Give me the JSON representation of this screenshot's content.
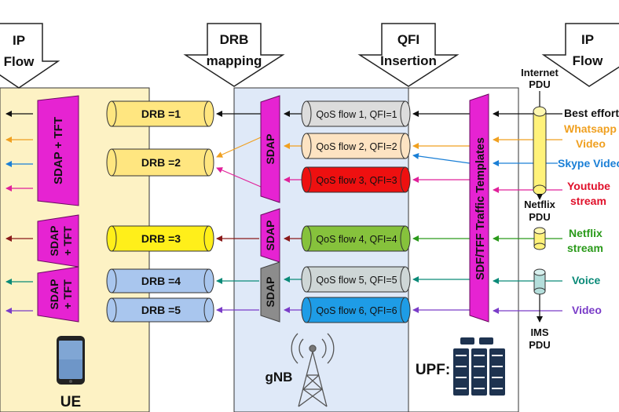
{
  "headers": {
    "ip_flow_left": [
      "IP",
      "Flow"
    ],
    "drb_mapping": [
      "DRB",
      "mapping"
    ],
    "qfi_insertion": [
      "QFI",
      "Insertion"
    ],
    "ip_flow_right": [
      "IP",
      "Flow"
    ]
  },
  "ue": {
    "label": "UE",
    "sdap_tft_blocks": [
      "SDAP + TFT",
      "SDAP + TFT",
      "SDAP + TFT"
    ],
    "drbs": [
      "DRB =1",
      "DRB =2",
      "DRB =3",
      "DRB =4",
      "DRB =5"
    ]
  },
  "gnb": {
    "label": "gNB",
    "sdap_blocks": [
      "SDAP",
      "SDAP",
      "SDAP"
    ],
    "qos_flows": [
      "QoS flow 1, QFI=1",
      "QoS flow 2, QFI=2",
      "QoS flow 3, QFI=3",
      "QoS flow 4, QFI=4",
      "QoS flow 5, QFI=5",
      "QoS flow 6, QFI=6"
    ]
  },
  "upf": {
    "label": "UPF:",
    "sdf_label": "SDF/TFF Traffic Templates"
  },
  "pdus": {
    "internet": [
      "Internet",
      "PDU"
    ],
    "netflix": [
      "Netflix",
      "PDU"
    ],
    "ims": [
      "IMS",
      "PDU"
    ]
  },
  "streams": [
    {
      "lines": [
        "Best effort"
      ],
      "color": "#111111"
    },
    {
      "lines": [
        "Whatsapp",
        "Video"
      ],
      "color": "#f0a020"
    },
    {
      "lines": [
        "Skype Video"
      ],
      "color": "#1a7fd6"
    },
    {
      "lines": [
        "Youtube",
        "stream"
      ],
      "color": "#e0102a"
    },
    {
      "lines": [
        "Netflix",
        "stream"
      ],
      "color": "#2a9a1a"
    },
    {
      "lines": [
        "Voice"
      ],
      "color": "#0a8a78"
    },
    {
      "lines": [
        "Video"
      ],
      "color": "#7a3cc8"
    }
  ],
  "colors": {
    "ue_bg": "#fdf2c4",
    "gnb_bg": "#dfe9f8",
    "sdap_magenta": "#e623d2",
    "sdap_gray": "#8c8c8c",
    "drb_yellow": "#ffe680",
    "drb_bright_yellow": "#ffef1a",
    "drb_blue": "#a9c6ee",
    "qos_gray": "#dcdcdc",
    "qos_peach": "#fde3c2",
    "qos_red": "#ee1010",
    "qos_green": "#86c23c",
    "qos_teal_gray": "#ced6d6",
    "qos_blue": "#1e9ce6"
  }
}
